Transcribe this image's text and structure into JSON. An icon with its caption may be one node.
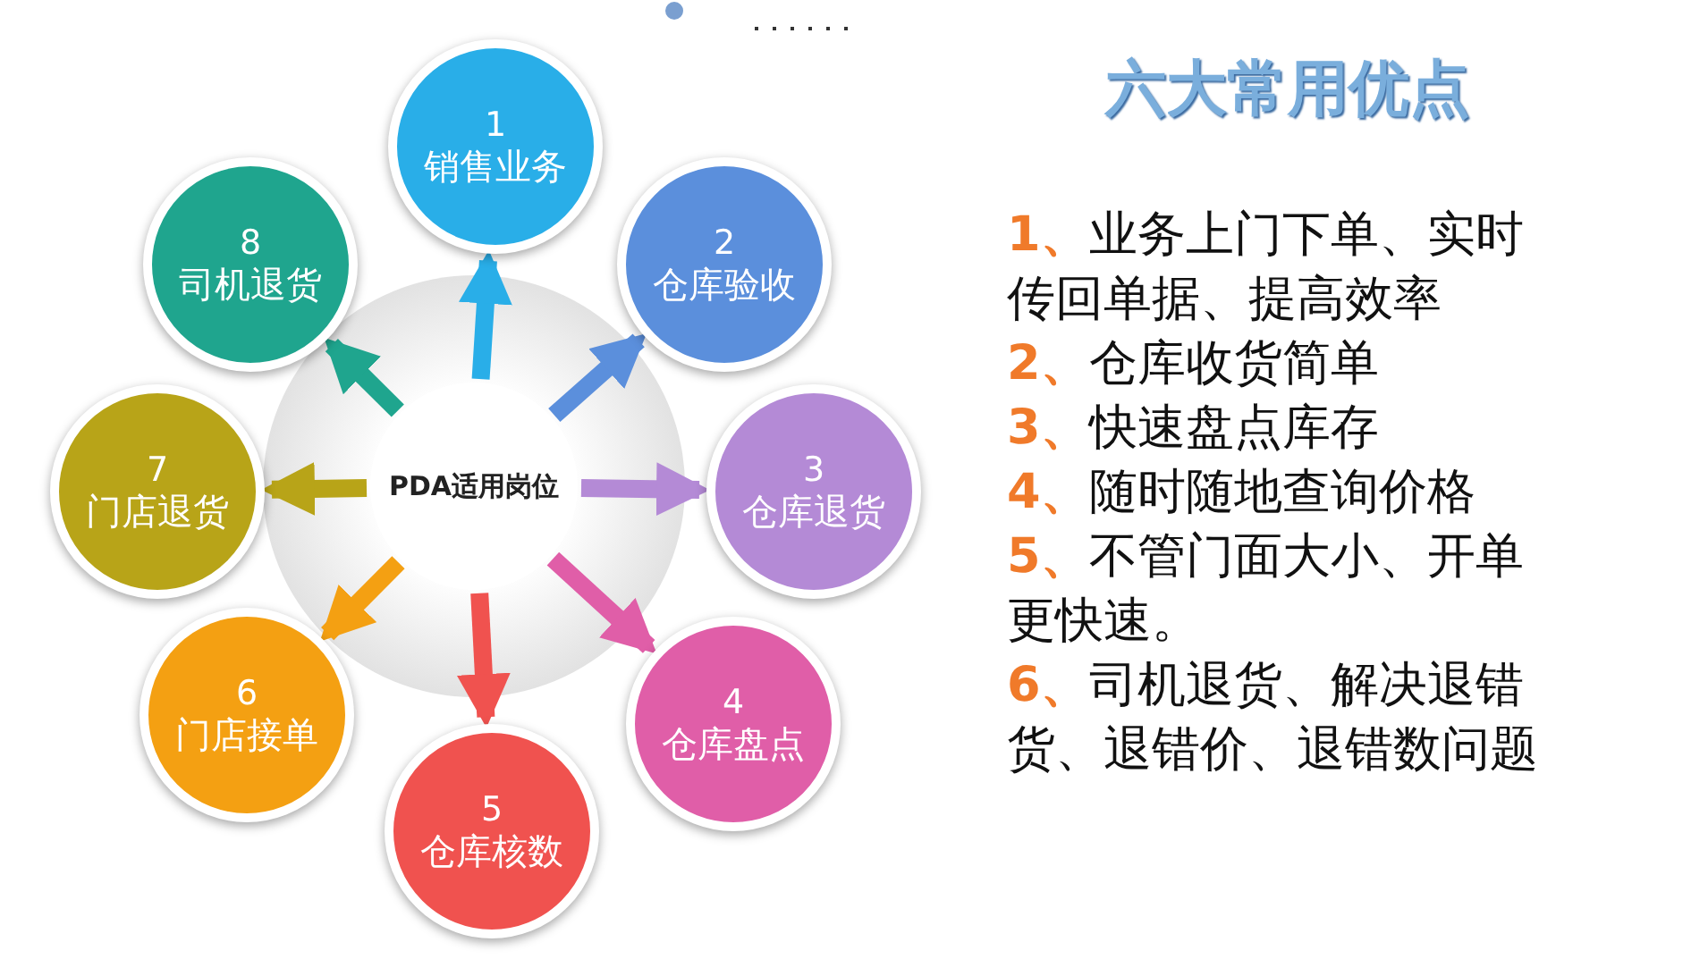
{
  "diagram": {
    "title": "六大常用优点",
    "nodes": [
      {
        "text": [
          "PDA适用岗位"
        ]
      },
      {
        "text": [
          "1",
          "销售业务"
        ]
      },
      {
        "text": [
          "2",
          "仓库验收"
        ]
      },
      {
        "text": [
          "3",
          "仓库退货"
        ]
      },
      {
        "text": [
          "4",
          "仓库盘点"
        ]
      },
      {
        "text": [
          "5",
          "仓库核数"
        ]
      },
      {
        "text": [
          "6",
          "门店接单"
        ]
      },
      {
        "text": [
          "7",
          "门店退货"
        ]
      },
      {
        "text": [
          "8",
          "司机退货"
        ]
      }
    ],
    "edges": [
      {
        "from": 0,
        "to": 1,
        "arrow": "to",
        "color": "#29aee8"
      },
      {
        "from": 0,
        "to": 2,
        "arrow": "to",
        "color": "#5b8fdc"
      },
      {
        "from": 0,
        "to": 3,
        "arrow": "to",
        "color": "#b48ad6"
      },
      {
        "from": 0,
        "to": 4,
        "arrow": "to",
        "color": "#e05ea8"
      },
      {
        "from": 0,
        "to": 5,
        "arrow": "to",
        "color": "#f0524f"
      },
      {
        "from": 0,
        "to": 6,
        "arrow": "to",
        "color": "#f4a012"
      },
      {
        "from": 0,
        "to": 7,
        "arrow": "to",
        "color": "#b8a418"
      },
      {
        "from": 0,
        "to": 8,
        "arrow": "to",
        "color": "#1fa58e"
      }
    ],
    "labels": [
      "1、",
      "业务上门下单、实时传回单据、提高效率",
      "2、",
      "仓库收货简单",
      "3、",
      "快速盘点库存",
      "4、",
      "随时随地查询价格",
      "5、",
      "不管门面大小、开单更快速。",
      "6、",
      "司机退货、解决退错货、退错价、退错数问题"
    ]
  }
}
